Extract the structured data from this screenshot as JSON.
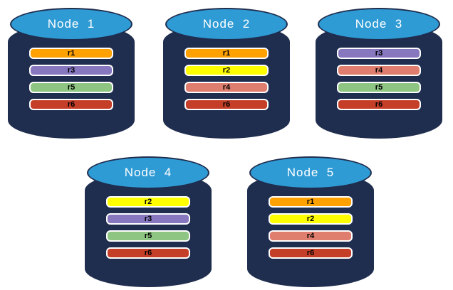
{
  "diagram": {
    "kind": "replica-distribution-across-database-nodes"
  },
  "colors": {
    "background": "#FFFFFF",
    "cylinder_body": "#1F2D4E",
    "cylinder_top": "#2F9BD5",
    "node_title_text": "#FFFFFF",
    "replica_label_text": "#000000",
    "replica_bar_border": "#FFFFFF",
    "replicas": {
      "r1": "#FFA100",
      "r2": "#FFFF00",
      "r3": "#8677BF",
      "r4": "#DF7E6E",
      "r5": "#8EC583",
      "r6": "#C43E28"
    }
  },
  "nodes": [
    {
      "label": "Node  1",
      "replicas": [
        "r1",
        "r3",
        "r5",
        "r6"
      ]
    },
    {
      "label": "Node  2",
      "replicas": [
        "r1",
        "r2",
        "r4",
        "r6"
      ]
    },
    {
      "label": "Node  3",
      "replicas": [
        "r3",
        "r4",
        "r5",
        "r6"
      ]
    },
    {
      "label": "Node  4",
      "replicas": [
        "r2",
        "r3",
        "r5",
        "r6"
      ]
    },
    {
      "label": "Node  5",
      "replicas": [
        "r1",
        "r2",
        "r4",
        "r6"
      ]
    }
  ]
}
